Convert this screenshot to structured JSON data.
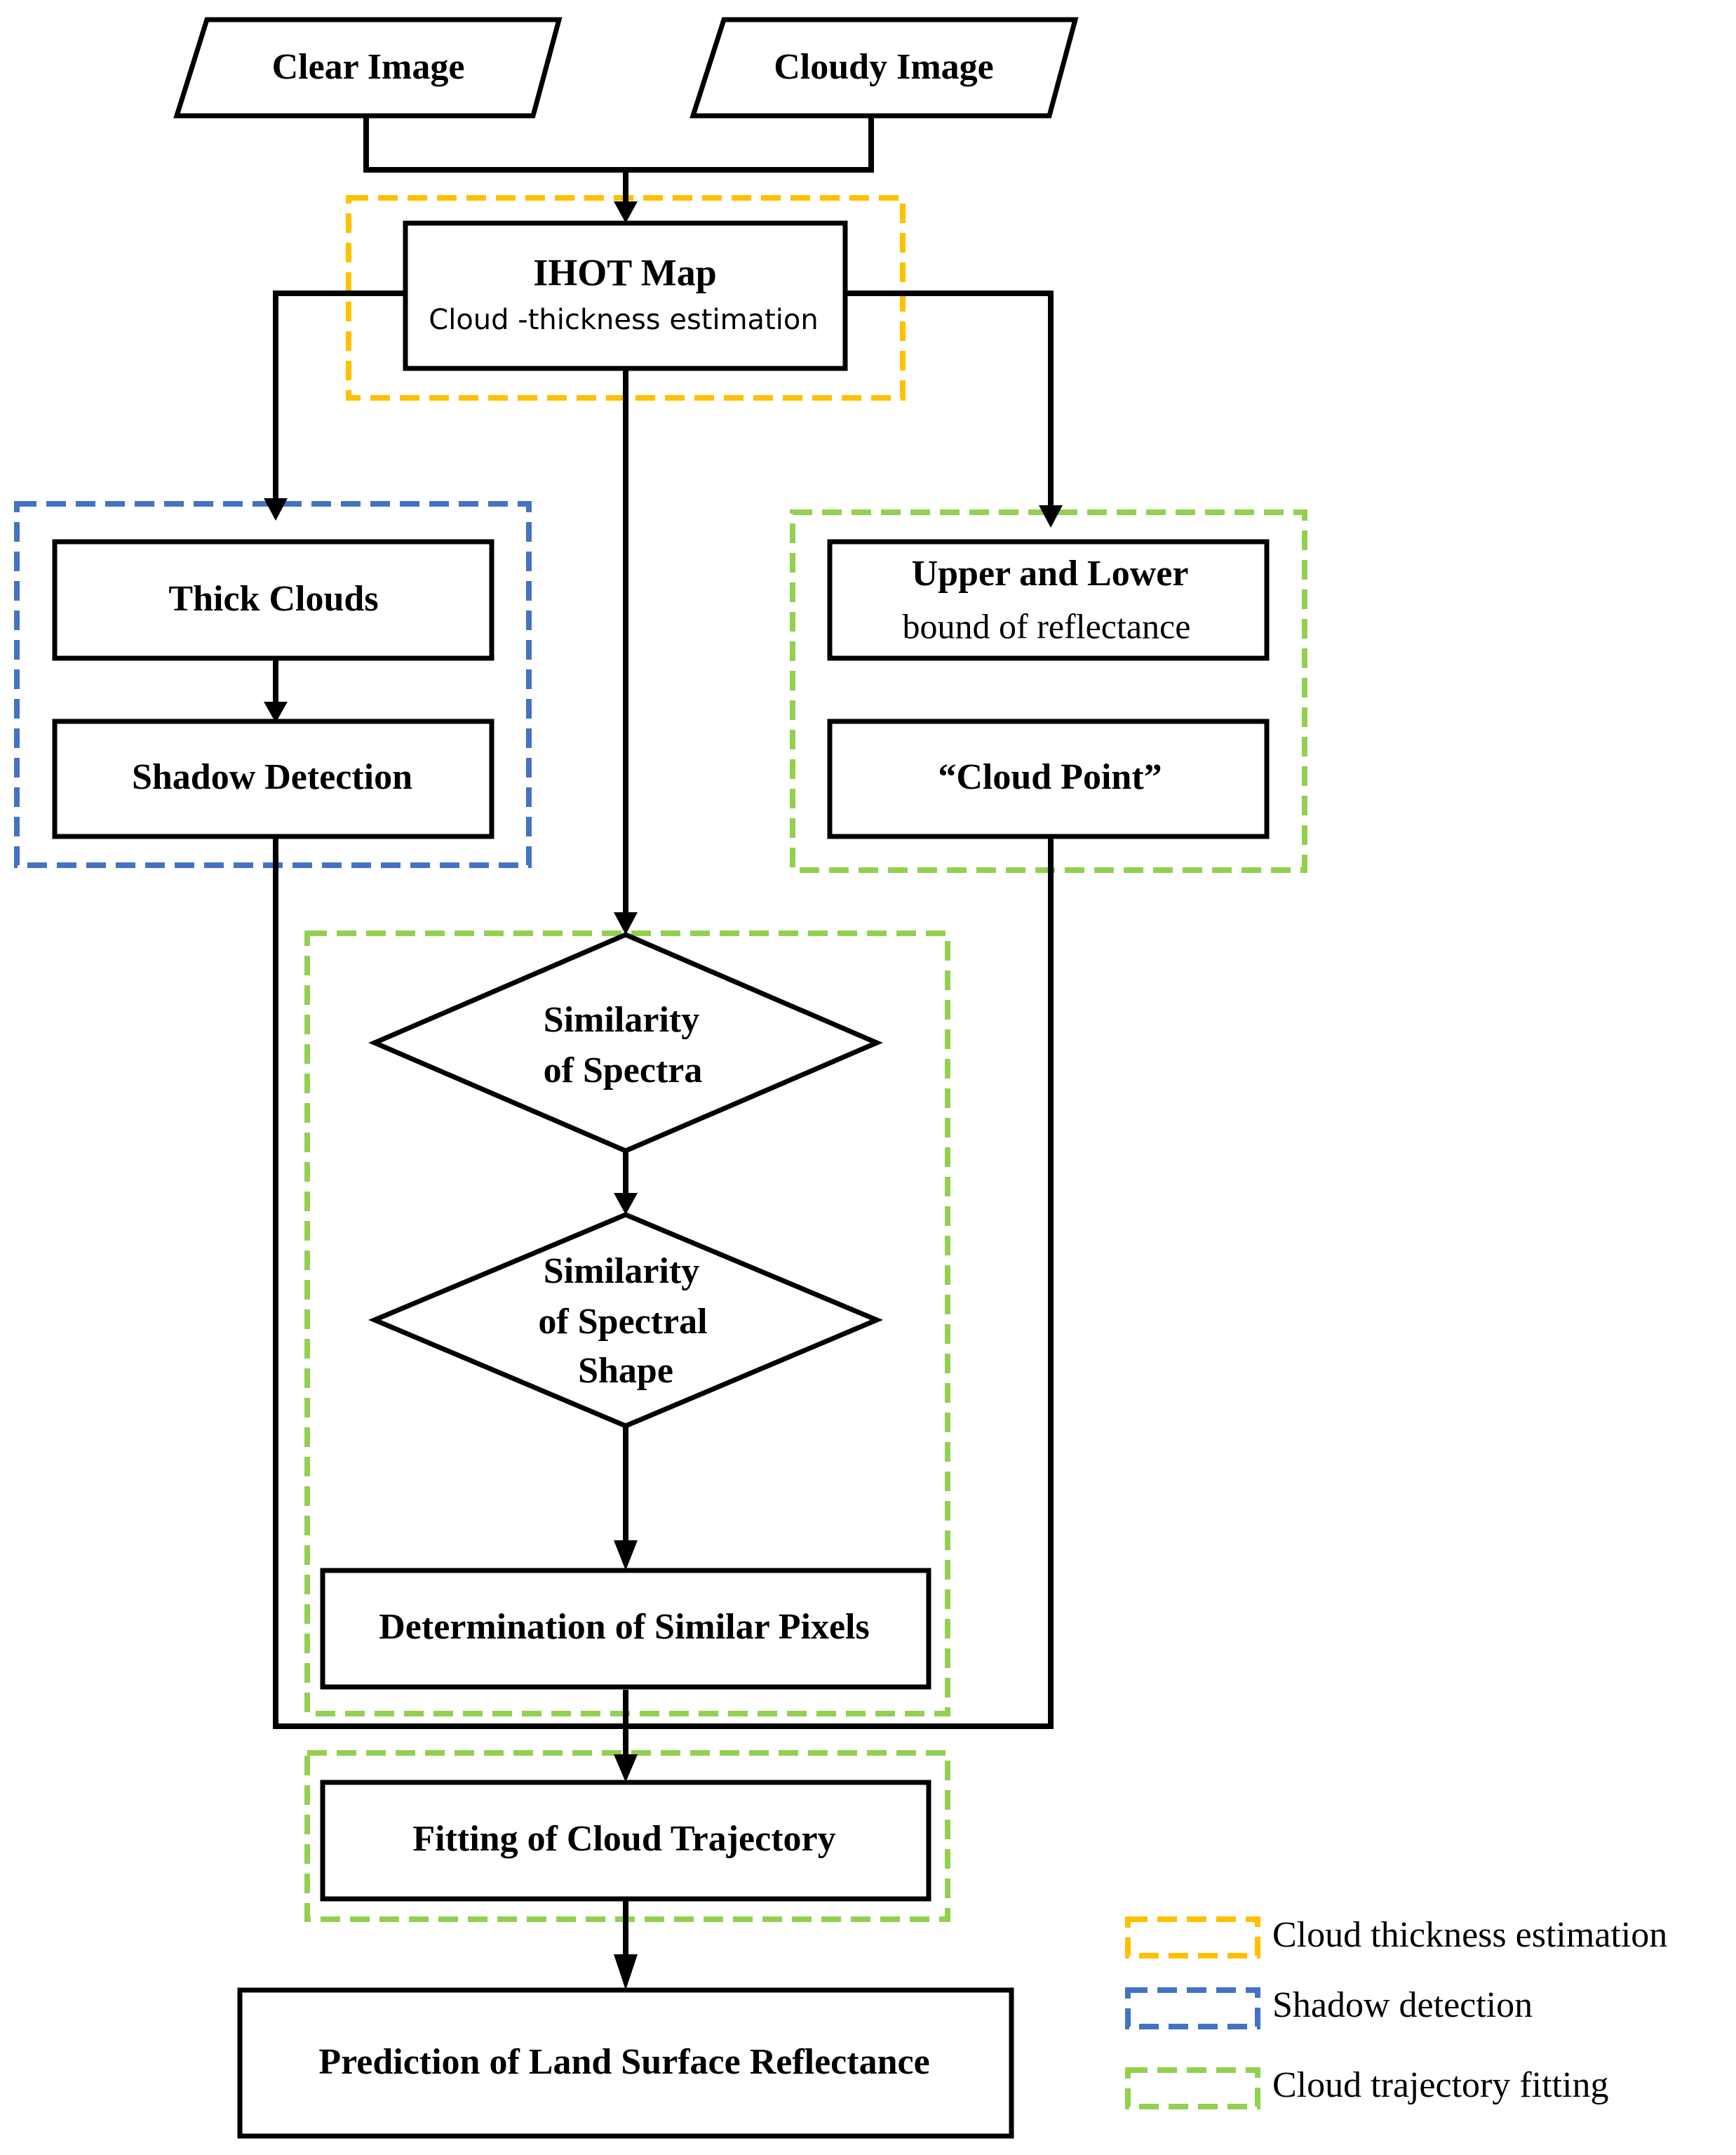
{
  "colors": {
    "thickness": "#FFC000",
    "shadow": "#4472C4",
    "trajectory": "#92D050",
    "line": "#000000"
  },
  "nodes": {
    "clear_image": "Clear Image",
    "cloudy_image": "Cloudy Image",
    "ihot_title": "IHOT Map",
    "ihot_sub": "Cloud -thickness estimation",
    "thick_clouds": "Thick Clouds",
    "shadow_detection": "Shadow Detection",
    "upper_lower_1": "Upper and Lower",
    "upper_lower_2": "bound of reflectance",
    "cloud_point": "“Cloud Point”",
    "sim_spectra_1": "Similarity",
    "sim_spectra_2": "of Spectra",
    "sim_shape_1": "Similarity",
    "sim_shape_2": "of Spectral",
    "sim_shape_3": "Shape",
    "determination": "Determination of Similar Pixels",
    "fitting": "Fitting of  Cloud Trajectory",
    "prediction": "Prediction of Land Surface Reflectance"
  },
  "legend": {
    "thickness": "Cloud thickness estimation",
    "shadow": "Shadow detection",
    "trajectory": "Cloud trajectory fitting"
  }
}
